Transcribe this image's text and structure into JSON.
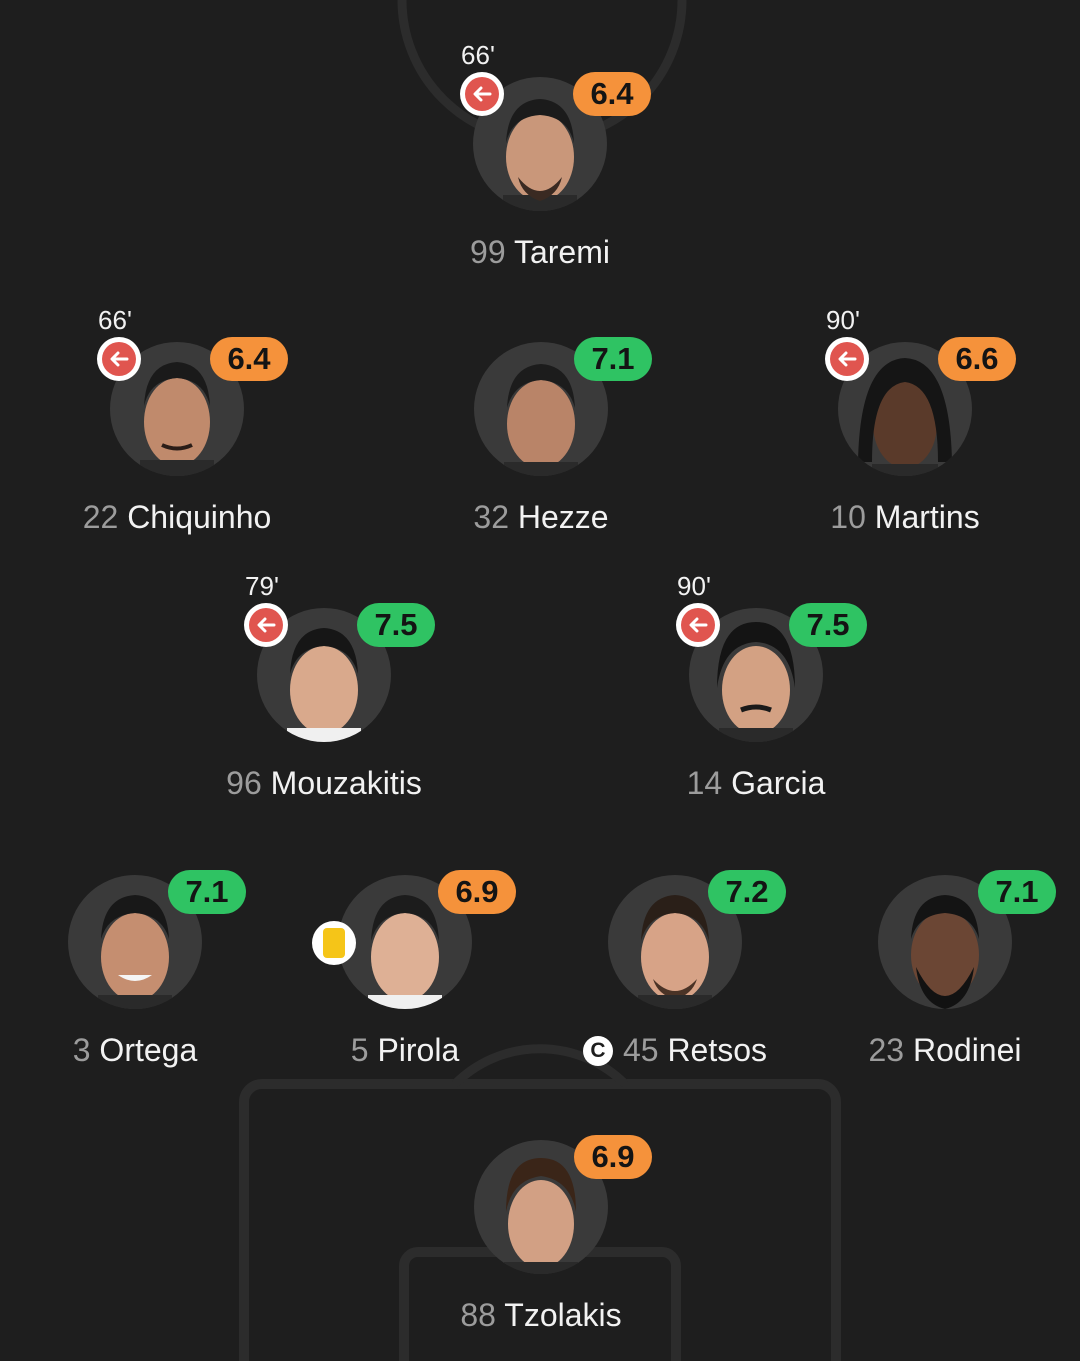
{
  "colors": {
    "background": "#1e1e1e",
    "rating_orange": "#f5923b",
    "rating_green": "#2fc363",
    "sub_red": "#e0554f",
    "yellow_card": "#f5c518"
  },
  "players": [
    {
      "id": "taremi",
      "number": "99",
      "name": "Taremi",
      "rating": "6.4",
      "rating_color": "orange",
      "sub_minute": "66'",
      "subbed_off": true
    },
    {
      "id": "chiquinho",
      "number": "22",
      "name": "Chiquinho",
      "rating": "6.4",
      "rating_color": "orange",
      "sub_minute": "66'",
      "subbed_off": true
    },
    {
      "id": "hezze",
      "number": "32",
      "name": "Hezze",
      "rating": "7.1",
      "rating_color": "green"
    },
    {
      "id": "martins",
      "number": "10",
      "name": "Martins",
      "rating": "6.6",
      "rating_color": "orange",
      "sub_minute": "90'",
      "subbed_off": true
    },
    {
      "id": "mouzakitis",
      "number": "96",
      "name": "Mouzakitis",
      "rating": "7.5",
      "rating_color": "green",
      "sub_minute": "79'",
      "subbed_off": true
    },
    {
      "id": "garcia",
      "number": "14",
      "name": "Garcia",
      "rating": "7.5",
      "rating_color": "green",
      "sub_minute": "90'",
      "subbed_off": true
    },
    {
      "id": "ortega",
      "number": "3",
      "name": "Ortega",
      "rating": "7.1",
      "rating_color": "green"
    },
    {
      "id": "pirola",
      "number": "5",
      "name": "Pirola",
      "rating": "6.9",
      "rating_color": "orange",
      "yellow_card": true
    },
    {
      "id": "retsos",
      "number": "45",
      "name": "Retsos",
      "rating": "7.2",
      "rating_color": "green",
      "captain": true,
      "captain_label": "C"
    },
    {
      "id": "rodinei",
      "number": "23",
      "name": "Rodinei",
      "rating": "7.1",
      "rating_color": "green"
    },
    {
      "id": "tzolakis",
      "number": "88",
      "name": "Tzolakis",
      "rating": "6.9",
      "rating_color": "orange"
    }
  ]
}
